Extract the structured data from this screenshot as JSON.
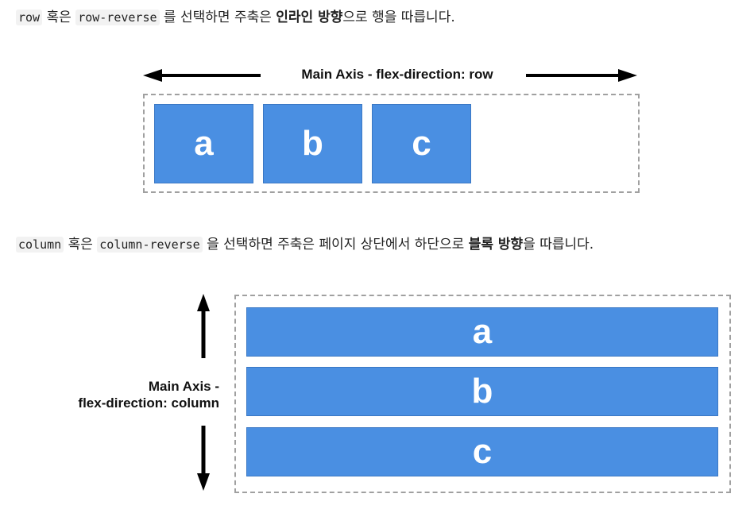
{
  "paragraph_row": {
    "code1": "row",
    "text1": " 혹은 ",
    "code2": "row-reverse",
    "text2": " 를 선택하면 주축은 ",
    "bold1": "인라인 방향",
    "text3": "으로 행을 따릅니다."
  },
  "paragraph_column": {
    "code1": "column",
    "text1": " 혹은 ",
    "code2": "column-reverse",
    "text2": " 을 선택하면 주축은 페이지 상단에서 하단으로 ",
    "bold1": "블록 방향",
    "text3": "을 따릅니다."
  },
  "row_diagram": {
    "axis_label": "Main Axis - flex-direction: row",
    "items": [
      "a",
      "b",
      "c"
    ]
  },
  "column_diagram": {
    "axis_label_line1": "Main Axis -",
    "axis_label_line2": "flex-direction: column",
    "items": [
      "a",
      "b",
      "c"
    ]
  },
  "colors": {
    "item_fill": "#4a8fe2",
    "container_border": "#a0a0a0",
    "arrow": "#000000"
  }
}
